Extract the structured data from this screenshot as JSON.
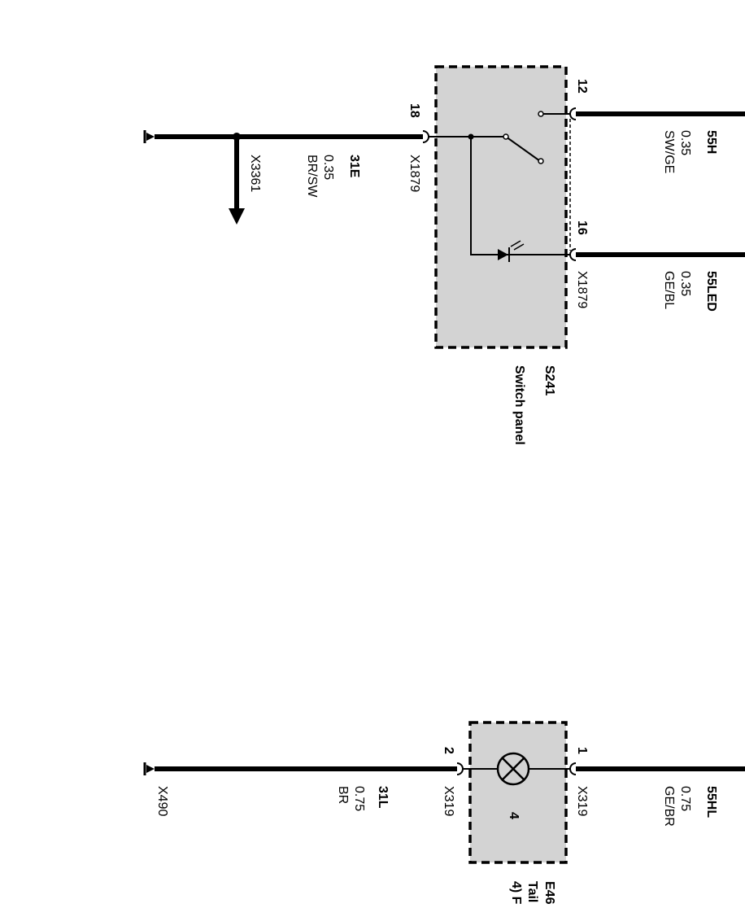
{
  "switch_component": {
    "id": "S241",
    "name": "Switch panel",
    "connector": "X1879",
    "pins": {
      "pin12": "12",
      "pin16": "16",
      "pin18": "18"
    }
  },
  "lamp_component": {
    "id": "E46",
    "name": "Tail",
    "note": "4) F",
    "connector": "X319",
    "lamp_number": "4",
    "pins": {
      "pin1": "1",
      "pin2": "2"
    }
  },
  "wires": {
    "w55H": {
      "name": "55H",
      "size": "0.35",
      "color": "SW/GE"
    },
    "w55LED": {
      "name": "55LED",
      "size": "0.35",
      "color": "GE/BL",
      "connector": "X1879"
    },
    "w31E": {
      "name": "31E",
      "size": "0.35",
      "color": "BR/SW",
      "connector": "X1879"
    },
    "w55HL": {
      "name": "55HL",
      "size": "0.75",
      "color": "GE/BR",
      "connector": "X319"
    },
    "w31L": {
      "name": "31L",
      "size": "0.75",
      "color": "BR",
      "connector": "X319"
    }
  },
  "ground_connectors": {
    "top_branch": "X3361",
    "bottom": "X490"
  },
  "colors": {
    "component_fill": "#d3d3d3",
    "line": "#000000"
  }
}
